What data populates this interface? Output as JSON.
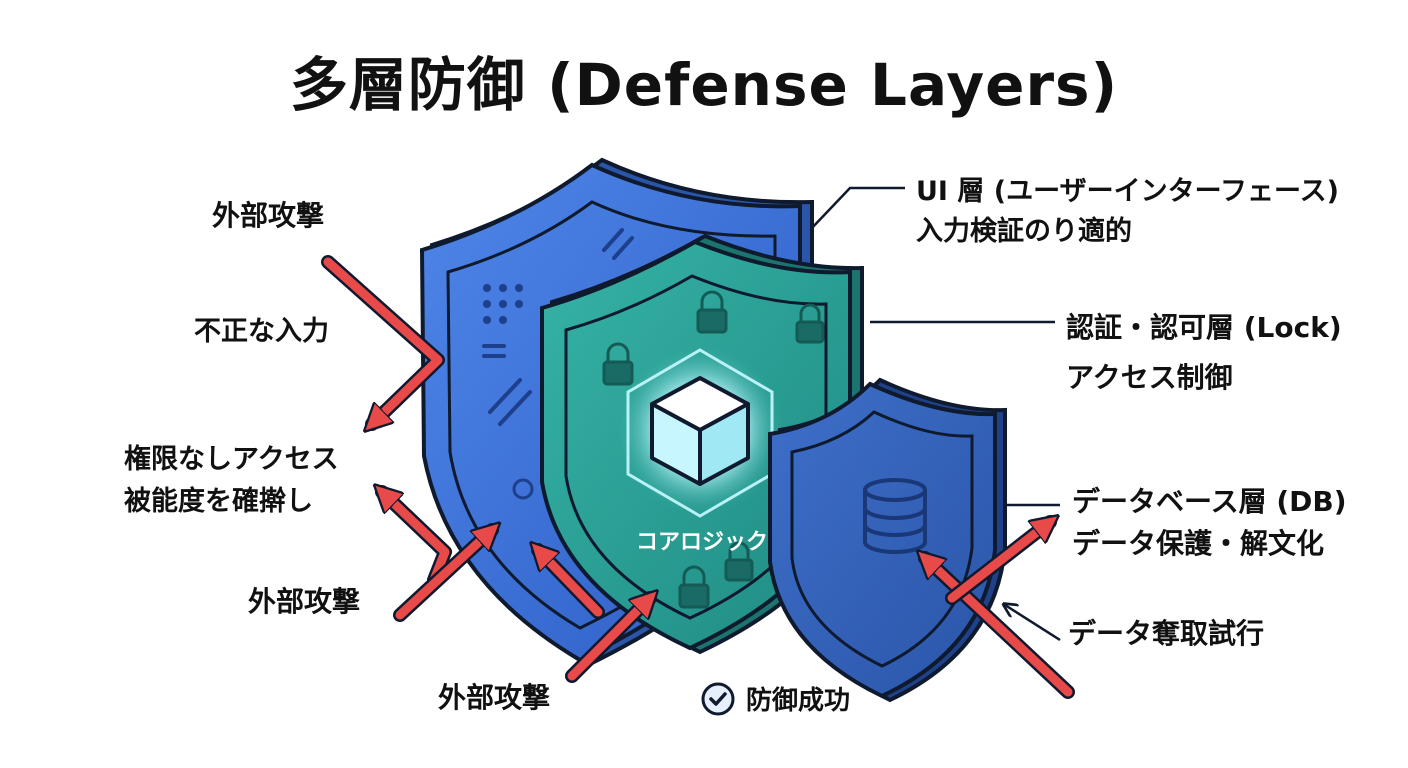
{
  "title": "多層防御 (Defense Layers)",
  "left_labels": {
    "attack_top": "外部攻撃",
    "invalid_input": "不正な入力",
    "unauthorized_line1": "権限なしアクセス",
    "unauthorized_line2": "被能度を確擀し",
    "attack_mid": "外部攻撃",
    "attack_bottom": "外部攻撃"
  },
  "right_labels": {
    "ui_layer_title": "UI 層 (ユーザーインターフェース)",
    "ui_layer_desc": "入力検証のり適的",
    "auth_layer_title": "認証・認可層 (Lock)",
    "auth_layer_desc": "アクセス制御",
    "db_layer_title": "データベース層 (DB)",
    "db_layer_desc": "データ保護・解文化",
    "data_theft": "データ奪取試行"
  },
  "core_label": "コアロジック",
  "success_label": "防御成功",
  "colors": {
    "outer_shield": "#3b6fd6",
    "middle_shield": "#2aa096",
    "inner_shield": "#2f5fb8",
    "attack_arrow": "#e84a4a",
    "core_glow": "#bff8ff",
    "outline": "#0f1a2e"
  },
  "icons": [
    "shield-icon",
    "lock-icon",
    "cube-icon",
    "database-icon",
    "check-circle-icon",
    "arrow-icon"
  ]
}
